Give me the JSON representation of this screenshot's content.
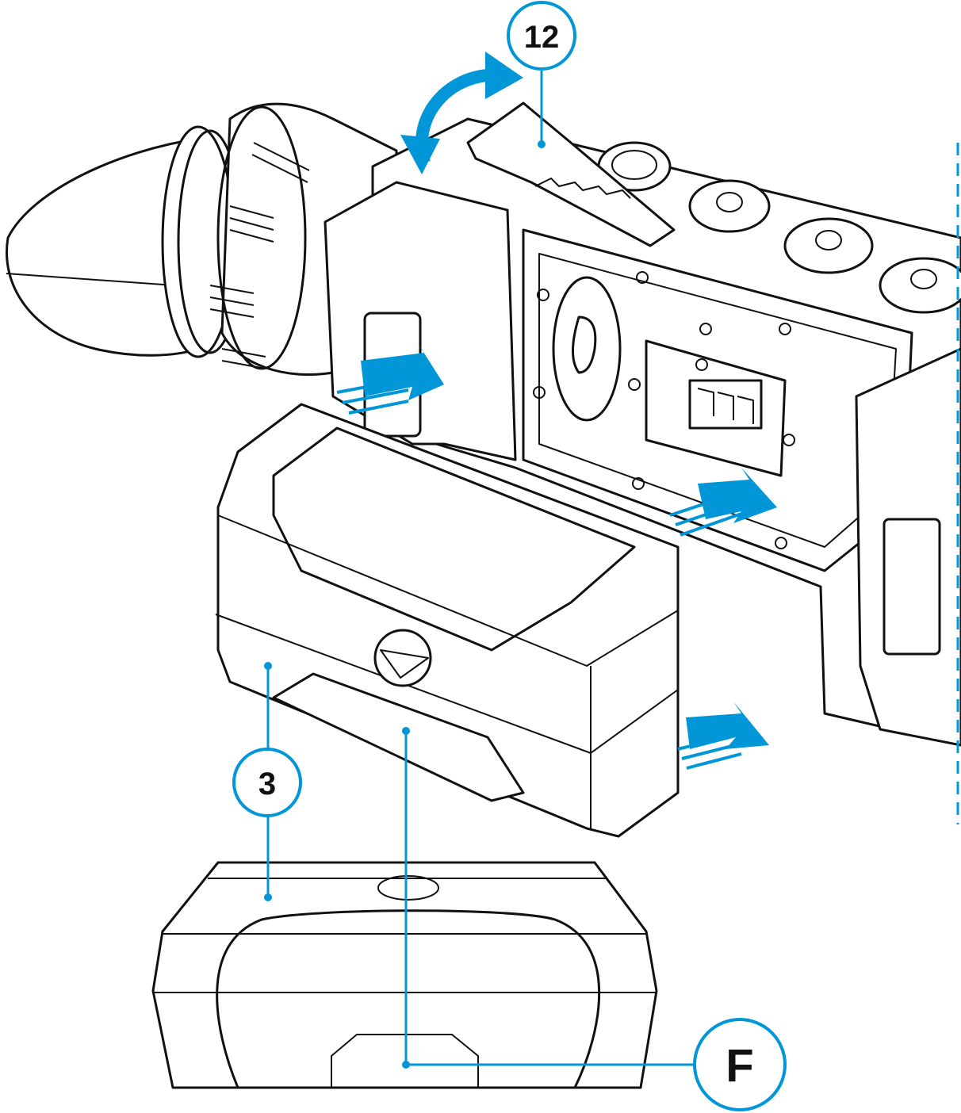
{
  "diagram": {
    "callouts": [
      {
        "id": "12",
        "label": "12"
      },
      {
        "id": "3",
        "label": "3"
      },
      {
        "id": "F",
        "label": "F"
      }
    ],
    "accent_color": "#0096d8",
    "line_color": "#111111"
  }
}
